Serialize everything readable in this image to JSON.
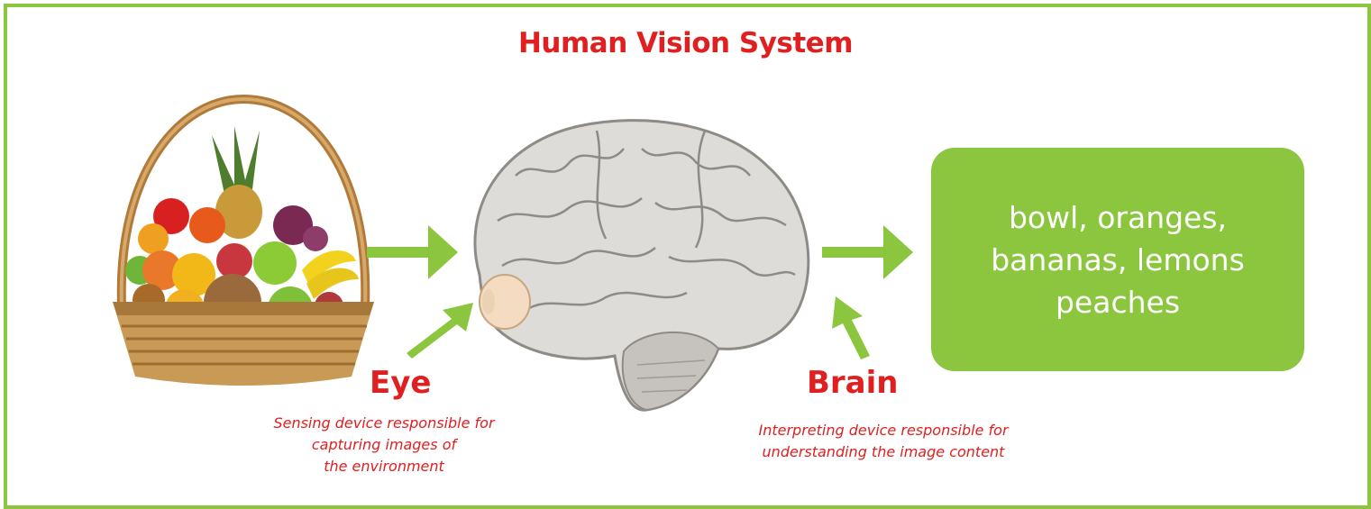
{
  "title": "Human Vision System",
  "eye": {
    "label": "Eye",
    "caption_lines": [
      "Sensing device responsible for",
      "capturing images of",
      "the environment"
    ]
  },
  "brain": {
    "label": "Brain",
    "caption_lines": [
      "Interpreting device responsible for",
      "understanding the image content"
    ]
  },
  "result": {
    "lines": [
      "bowl, oranges,",
      "bananas, lemons",
      "peaches"
    ]
  },
  "colors": {
    "accent_green": "#8cc63f",
    "title_red": "#e02020",
    "result_text": "#ffffff"
  },
  "icons": [
    "fruit-basket-image",
    "brain-image",
    "arrow-icon"
  ]
}
